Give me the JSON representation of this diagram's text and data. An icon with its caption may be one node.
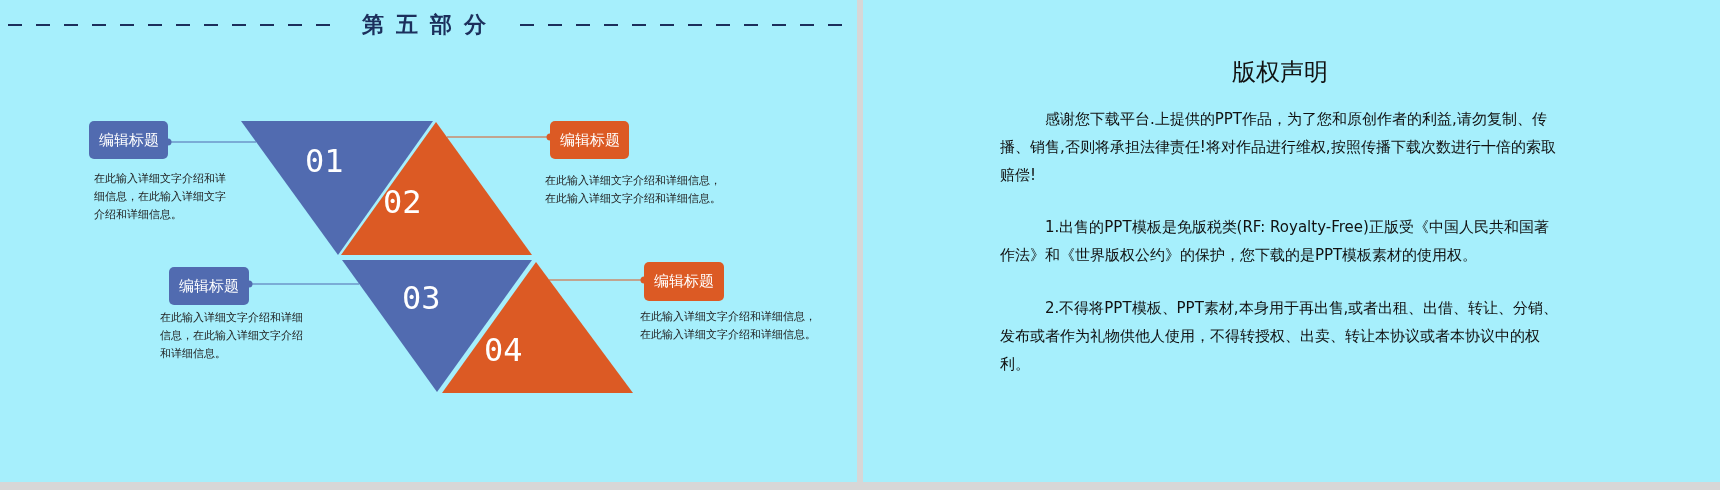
{
  "diagram": {
    "title": "第五部分",
    "nodes": [
      {
        "text": [
          "编辑标题"
        ],
        "beside": [
          "在此输入详细文字介绍和详细信息，在此输入详细文字介绍和详细信息。"
        ]
      },
      {
        "text": [
          "01"
        ]
      },
      {
        "text": [
          "02"
        ]
      },
      {
        "text": [
          "编辑标题"
        ],
        "beside": [
          "在此输入详细文字介绍和详细信息，在此输入详细文字介绍和详细信息。"
        ]
      },
      {
        "text": [
          "编辑标题"
        ],
        "beside": [
          "在此输入详细文字介绍和详细信息，在此输入详细文字介绍和详细信息。"
        ]
      },
      {
        "text": [
          "03"
        ]
      },
      {
        "text": [
          "04"
        ]
      },
      {
        "text": [
          "编辑标题"
        ],
        "beside": [
          "在此输入详细文字介绍和详细信息，在此输入详细文字介绍和详细信息。"
        ]
      }
    ],
    "edges": [
      {
        "from": 0,
        "to": 1,
        "arrow": "other"
      },
      {
        "from": 3,
        "to": 2,
        "arrow": "other",
        "color": "#dc5a24"
      },
      {
        "from": 4,
        "to": 5,
        "arrow": "other"
      },
      {
        "from": 7,
        "to": 6,
        "arrow": "other",
        "color": "#dc5a24"
      }
    ],
    "labels": [
      "版权声明",
      "感谢您下载平台.上提供的PPT作品，为了您和原创作者的利益,请勿复制、传播、销售,否则将承担法律责任!将对作品进行维权,按照传播下载次数进行十倍的索取赔偿!",
      "1.出售的PPT模板是免版税类(RF: Royalty-Free)正版受《中国人民共和国著作法》和《世界版权公约》的保护，您下载的是PPT模板素材的使用权。",
      "2.不得将PPT模板、PPT素材,本身用于再出售,或者出租、出借、转让、分销、发布或者作为礼物供他人使用，不得转授权、出卖、转让本协议或者本协议中的权利。"
    ]
  }
}
